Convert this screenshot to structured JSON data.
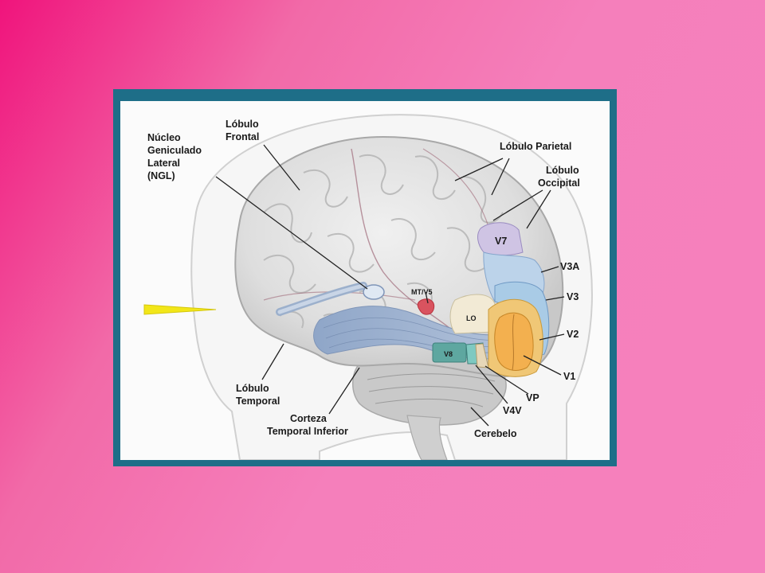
{
  "slide": {
    "background_gradient": [
      "#f0147c",
      "#f681bd"
    ],
    "frame_color": "#1e6e88"
  },
  "labels": {
    "nucleo": [
      "Núcleo",
      "Geniculado",
      "Lateral",
      "(NGL)"
    ],
    "lobulo_frontal": [
      "Lóbulo",
      "Frontal"
    ],
    "lobulo_parietal": "Lóbulo Parietal",
    "lobulo_occipital": [
      "Lóbulo",
      "Occipital"
    ],
    "lobulo_temporal": [
      "Lóbulo",
      "Temporal"
    ],
    "corteza": [
      "Corteza",
      "Temporal Inferior"
    ],
    "cerebelo": "Cerebelo",
    "mt_v5": "MT/V5",
    "lo": "LO",
    "v8": "V8",
    "v7": "V7",
    "v3a": "V3A",
    "v3": "V3",
    "v2": "V2",
    "v1": "V1",
    "vp": "VP",
    "v4v": "V4V"
  }
}
